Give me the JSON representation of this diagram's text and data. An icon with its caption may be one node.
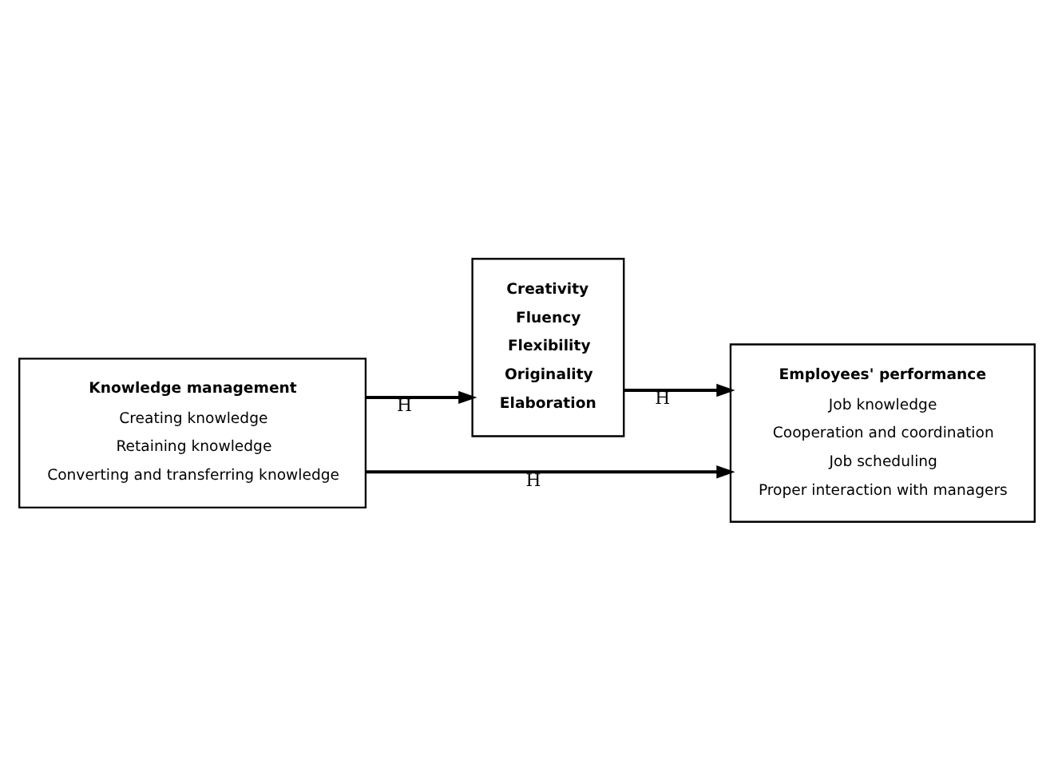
{
  "diagram": {
    "nodes": [
      {
        "text": [
          "Knowledge management",
          "Creating knowledge",
          "Retaining knowledge",
          "Converting and transferring knowledge"
        ]
      },
      {
        "text": [
          "Creativity",
          "Fluency",
          "Flexibility",
          "Originality",
          "Elaboration"
        ]
      },
      {
        "text": [
          "Employees' performance",
          "Job knowledge",
          "Cooperation and coordination",
          "Job scheduling",
          "Proper interaction with managers"
        ]
      }
    ],
    "edges": [
      {
        "from": 0,
        "to": 1,
        "arrow": "to",
        "label": "H"
      },
      {
        "from": 1,
        "to": 2,
        "arrow": "to",
        "label": "H"
      },
      {
        "from": 0,
        "to": 2,
        "arrow": "to",
        "label": "H"
      }
    ]
  }
}
